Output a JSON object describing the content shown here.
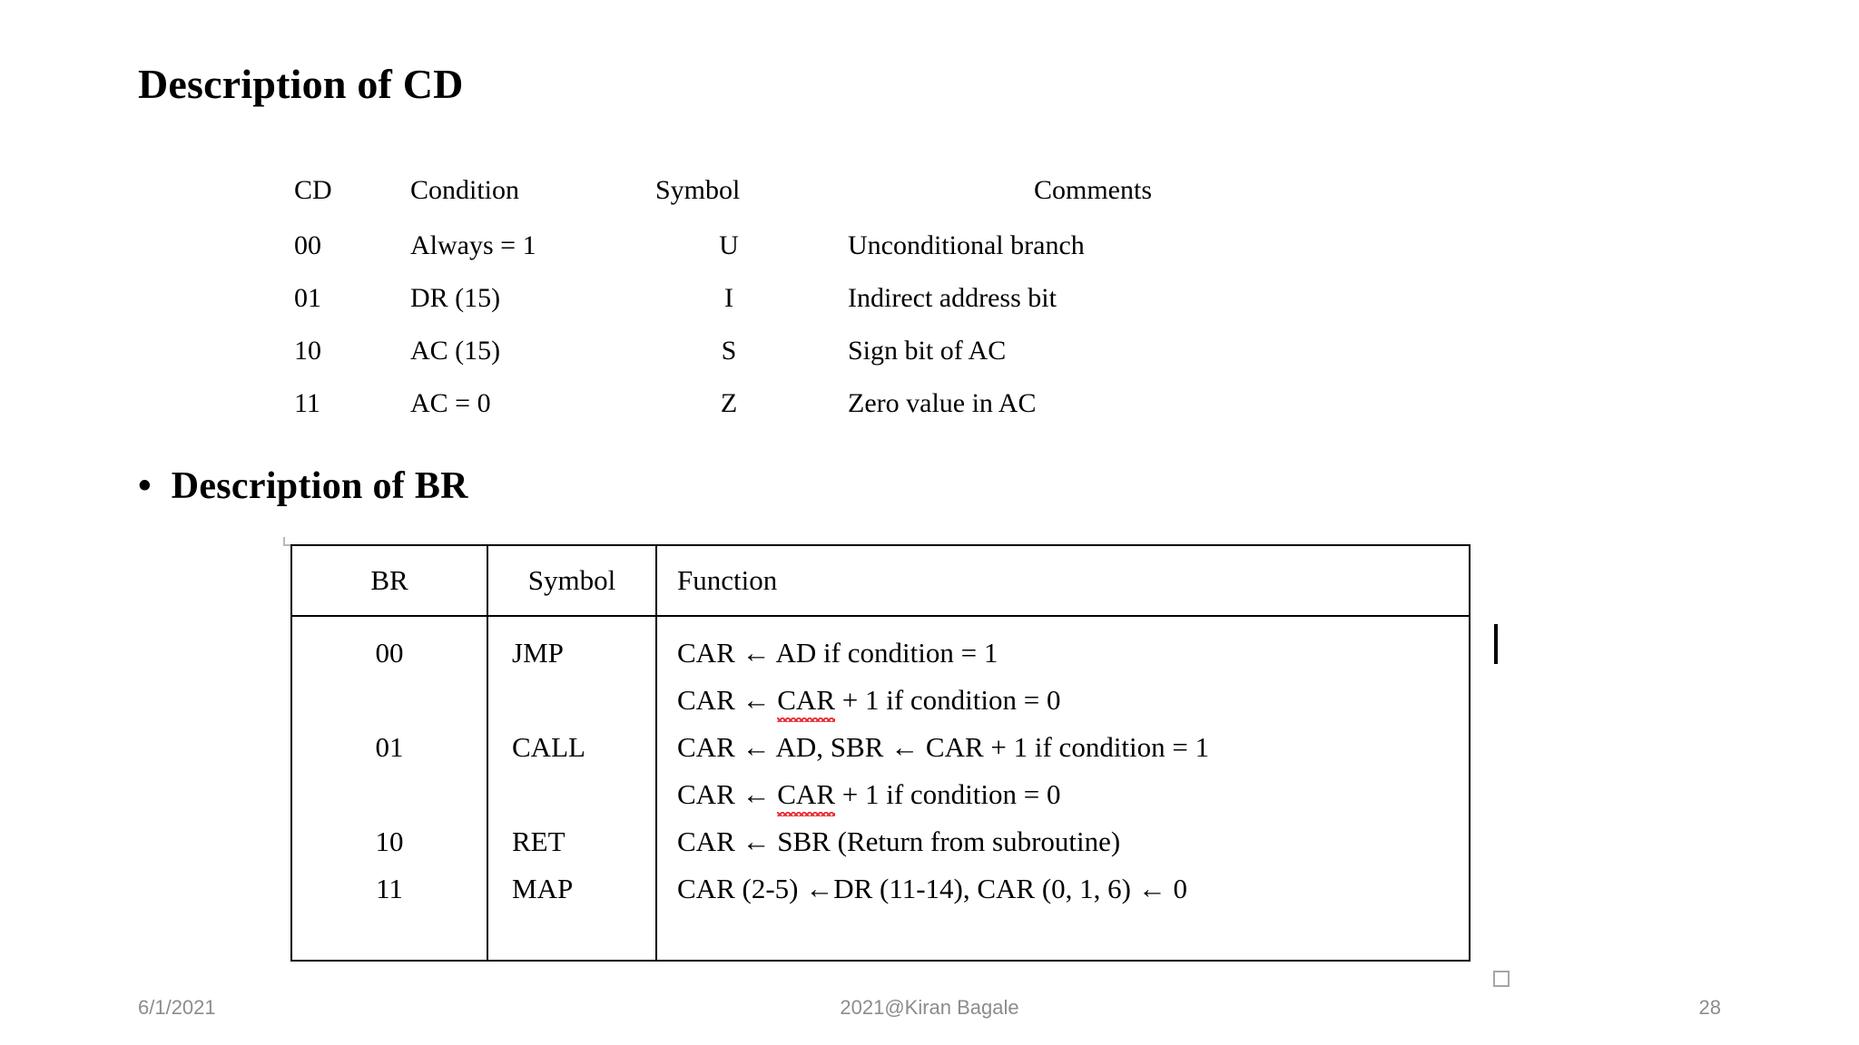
{
  "slide": {
    "title": "Description of CD",
    "bullet_marker": "•",
    "bullet_text": "Description  of BR"
  },
  "table_cd": {
    "headers": [
      "CD",
      "Condition",
      "Symbol",
      "Comments"
    ],
    "rows": [
      [
        "00",
        "Always = 1",
        "U",
        "Unconditional branch"
      ],
      [
        "01",
        "DR (15)",
        "I",
        "Indirect address bit"
      ],
      [
        "10",
        "AC (15)",
        "S",
        "Sign bit of AC"
      ],
      [
        "11",
        "AC = 0",
        "Z",
        "Zero value in AC"
      ]
    ]
  },
  "table_br": {
    "headers": [
      "BR",
      "Symbol",
      "Function"
    ],
    "rows": [
      {
        "br": "00",
        "symbol": "JMP",
        "function_lines": [
          "CAR ← AD if condition = 1",
          "CAR ← CAR + 1 if condition = 0"
        ]
      },
      {
        "br": "01",
        "symbol": "CALL",
        "function_lines": [
          "CAR ← AD, SBR ← CAR + 1 if condition = 1",
          "CAR ← CAR + 1 if condition = 0"
        ]
      },
      {
        "br": "10",
        "symbol": "RET",
        "function_lines": [
          "CAR ← SBR (Return from subroutine)"
        ]
      },
      {
        "br": "11",
        "symbol": "MAP",
        "function_lines": [
          "CAR (2-5) ←DR (11-14), CAR (0, 1, 6) ← 0"
        ]
      }
    ],
    "spellcheck_word": "CAR"
  },
  "footer": {
    "date": "6/1/2021",
    "center": "2021@Kiran Bagale",
    "page_number": "28"
  },
  "colors": {
    "background": "#ffffff",
    "text": "#000000",
    "footer_text": "#8c8c8c",
    "spellcheck_underline": "#e8262c",
    "table_border": "#000000",
    "handle_border": "#a6a6a6"
  }
}
